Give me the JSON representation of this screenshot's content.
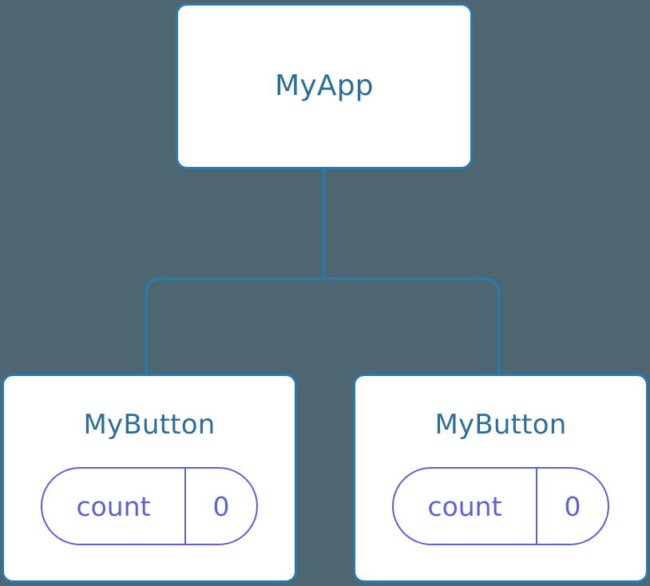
{
  "diagram": {
    "type": "component-tree",
    "background_color": "#4c6772",
    "node_fill": "#ffffff",
    "node_border_color": "#2a7ab0",
    "node_label_color": "#2c6e99",
    "state_accent_color": "#5c62d6",
    "edge_color": "#2a7ab0",
    "root": {
      "label": "MyApp"
    },
    "children": [
      {
        "label": "MyButton",
        "state": {
          "key": "count",
          "value": "0"
        }
      },
      {
        "label": "MyButton",
        "state": {
          "key": "count",
          "value": "0"
        }
      }
    ],
    "edges": [
      {
        "from": "MyApp",
        "to": "MyButton"
      },
      {
        "from": "MyApp",
        "to": "MyButton"
      }
    ]
  }
}
